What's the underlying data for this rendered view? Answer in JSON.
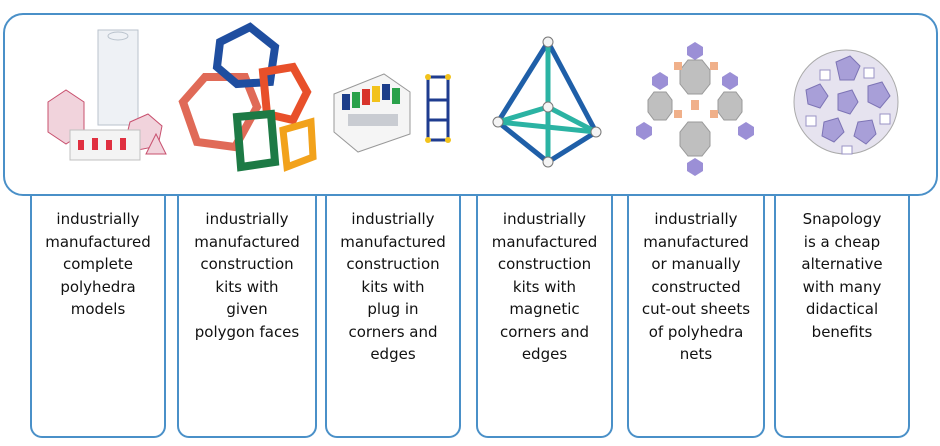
{
  "categories": [
    {
      "text": "industrially\nmanufactured\ncomplete\npolyhedra\nmodels",
      "image": "boxed-polyhedra-models"
    },
    {
      "text": "industrially\nmanufactured\nconstruction\nkits with\ngiven\npolygon faces",
      "image": "colored-polygon-frame-kit"
    },
    {
      "text": "industrially\nmanufactured\nconstruction\nkits with\nplug in\ncorners and\nedges",
      "image": "plug-in-edge-kit"
    },
    {
      "text": "industrially\nmanufactured\nconstruction\nkits with\nmagnetic\ncorners and\nedges",
      "image": "magnetic-rod-kit"
    },
    {
      "text": "industrially\nmanufactured\nor manually\nconstructed\ncut-out sheets\nof polyhedra\nnets",
      "image": "polyhedron-net"
    },
    {
      "text": "Snapology\nis a cheap\nalternative\nwith many\ndidactical\nbenefits",
      "image": "snapology-ball"
    }
  ],
  "colors": {
    "frame": "#4a90c8",
    "text": "#111111"
  }
}
